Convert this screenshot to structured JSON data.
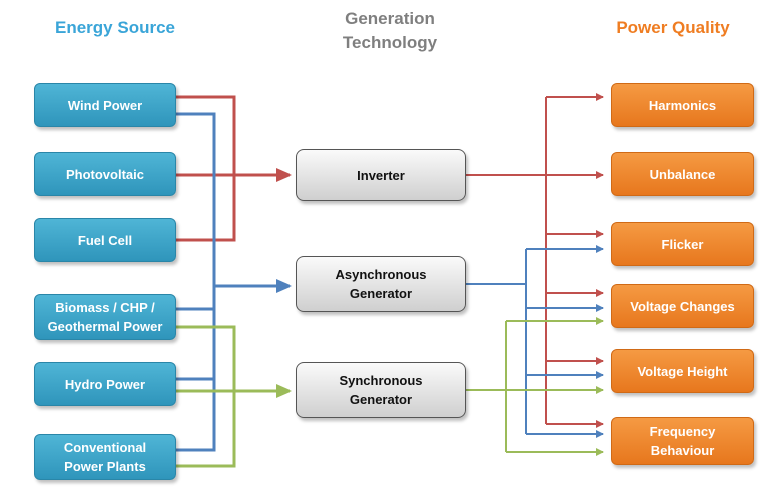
{
  "headers": {
    "energy_source": "Energy Source",
    "generation_technology": "Generation\nTechnology",
    "power_quality": "Power Quality"
  },
  "colors": {
    "header_source": "#3aa5d8",
    "header_tech": "#7f7f7f",
    "header_quality": "#ef7d22",
    "line_red": "#c0504d",
    "line_blue": "#4f81bd",
    "line_green": "#9bbb59"
  },
  "sources": [
    {
      "label": "Wind Power"
    },
    {
      "label": "Photovoltaic"
    },
    {
      "label": "Fuel Cell"
    },
    {
      "label": "Biomass / CHP /\nGeothermal Power"
    },
    {
      "label": "Hydro Power"
    },
    {
      "label": "Conventional\nPower Plants"
    }
  ],
  "technologies": [
    {
      "label": "Inverter"
    },
    {
      "label": "Asynchronous\nGenerator"
    },
    {
      "label": "Synchronous\nGenerator"
    }
  ],
  "qualities": [
    {
      "label": "Harmonics"
    },
    {
      "label": "Unbalance"
    },
    {
      "label": "Flicker"
    },
    {
      "label": "Voltage Changes"
    },
    {
      "label": "Voltage Height"
    },
    {
      "label": "Frequency\nBehaviour"
    }
  ]
}
